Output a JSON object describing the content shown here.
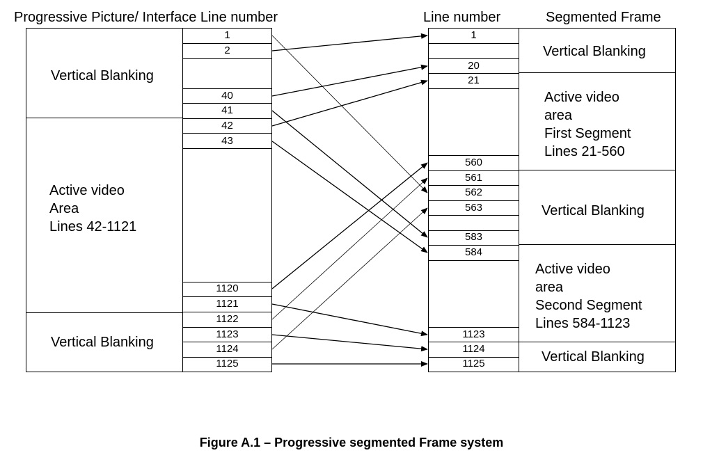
{
  "headers": {
    "left": "Progressive Picture/ Interface Line number",
    "line_number": "Line number",
    "segmented": "Segmented Frame"
  },
  "left_sections": {
    "vb_top": "Vertical Blanking",
    "active": [
      "Active video",
      "Area",
      "Lines 42-1121"
    ],
    "vb_bottom": "Vertical Blanking"
  },
  "left_lines": [
    "1",
    "2",
    "40",
    "41",
    "42",
    "43",
    "1120",
    "1121",
    "1122",
    "1123",
    "1124",
    "1125"
  ],
  "right_lines": [
    "1",
    "20",
    "21",
    "560",
    "561",
    "562",
    "563",
    "583",
    "584",
    "1123",
    "1124",
    "1125"
  ],
  "right_sections": {
    "vb1": "Vertical Blanking",
    "seg1": [
      "Active video",
      "area",
      "First Segment",
      "Lines 21-560"
    ],
    "vb2": "Vertical Blanking",
    "seg2": [
      "Active video",
      "area",
      "Second Segment",
      "Lines 584-1123"
    ],
    "vb3": "Vertical Blanking"
  },
  "mappings": [
    {
      "from": "1",
      "to": "562"
    },
    {
      "from": "2",
      "to": "1"
    },
    {
      "from": "40",
      "to": "20"
    },
    {
      "from": "41",
      "to": "583"
    },
    {
      "from": "42",
      "to": "21"
    },
    {
      "from": "43",
      "to": "584"
    },
    {
      "from": "1120",
      "to": "560"
    },
    {
      "from": "1121",
      "to": "1123"
    },
    {
      "from": "1122",
      "to": "561"
    },
    {
      "from": "1123",
      "to": "1124"
    },
    {
      "from": "1124",
      "to": "563"
    },
    {
      "from": "1125",
      "to": "1125"
    }
  ],
  "caption": "Figure A.1 –  Progressive segmented Frame system"
}
